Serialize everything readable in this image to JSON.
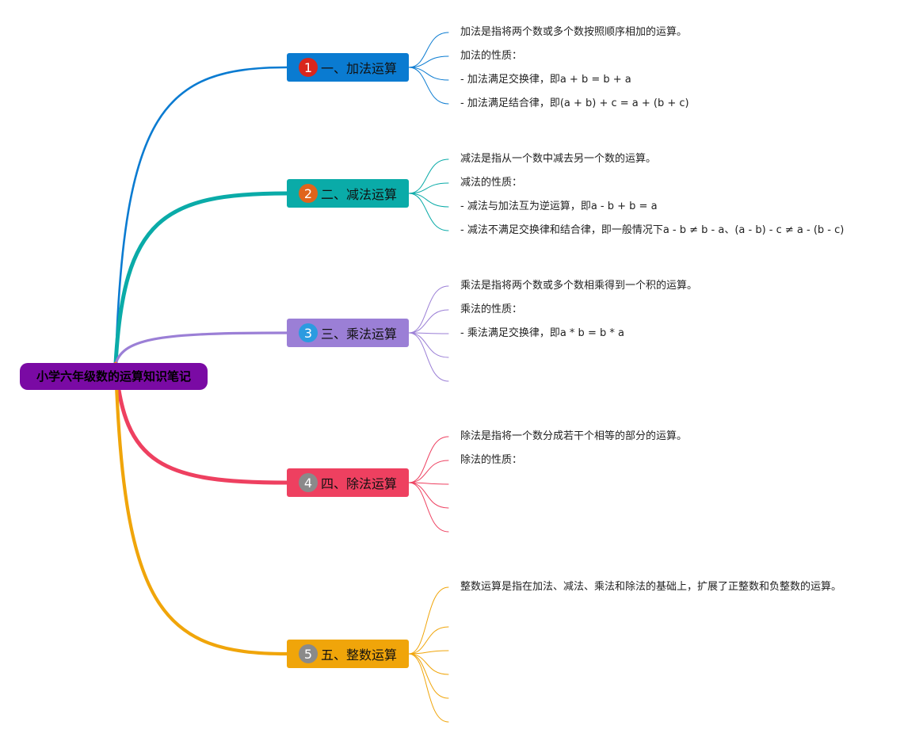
{
  "root": {
    "label": "小学六年级数的运算知识笔记",
    "color": "#7a0aa4"
  },
  "branches": [
    {
      "number": "1",
      "label": "一、加法运算",
      "color": "#0a7bd1",
      "badge_color": "#d9261c",
      "leaves": [
        "加法是指将两个数或多个数按照顺序相加的运算。",
        "加法的性质：",
        "- 加法满足交换律，即a + b = b + a",
        "- 加法满足结合律，即(a + b) + c = a + (b + c)"
      ]
    },
    {
      "number": "2",
      "label": "二、减法运算",
      "color": "#0aaba8",
      "badge_color": "#e0641c",
      "leaves": [
        "减法是指从一个数中减去另一个数的运算。",
        "减法的性质：",
        "- 减法与加法互为逆运算，即a - b + b = a",
        "- 减法不满足交换律和结合律，即一般情况下a - b ≠ b - a、(a - b) - c ≠ a - (b - c)"
      ]
    },
    {
      "number": "3",
      "label": "三、乘法运算",
      "color": "#9b7fd6",
      "badge_color": "#2b9be0",
      "leaves": [
        "乘法是指将两个数或多个数相乘得到一个积的运算。",
        "乘法的性质：",
        "- 乘法满足交换律，即a * b = b * a",
        "",
        ""
      ]
    },
    {
      "number": "4",
      "label": "四、除法运算",
      "color": "#ee4060",
      "badge_color": "#8a8a8a",
      "leaves": [
        "除法是指将一个数分成若干个相等的部分的运算。",
        "除法的性质：",
        "",
        "",
        ""
      ]
    },
    {
      "number": "5",
      "label": "五、整数运算",
      "color": "#f0a50a",
      "badge_color": "#8a8a8a",
      "leaves": [
        "整数运算是指在加法、减法、乘法和除法的基础上，扩展了正整数和负整数的运算。",
        "",
        "",
        "",
        "",
        ""
      ]
    }
  ]
}
